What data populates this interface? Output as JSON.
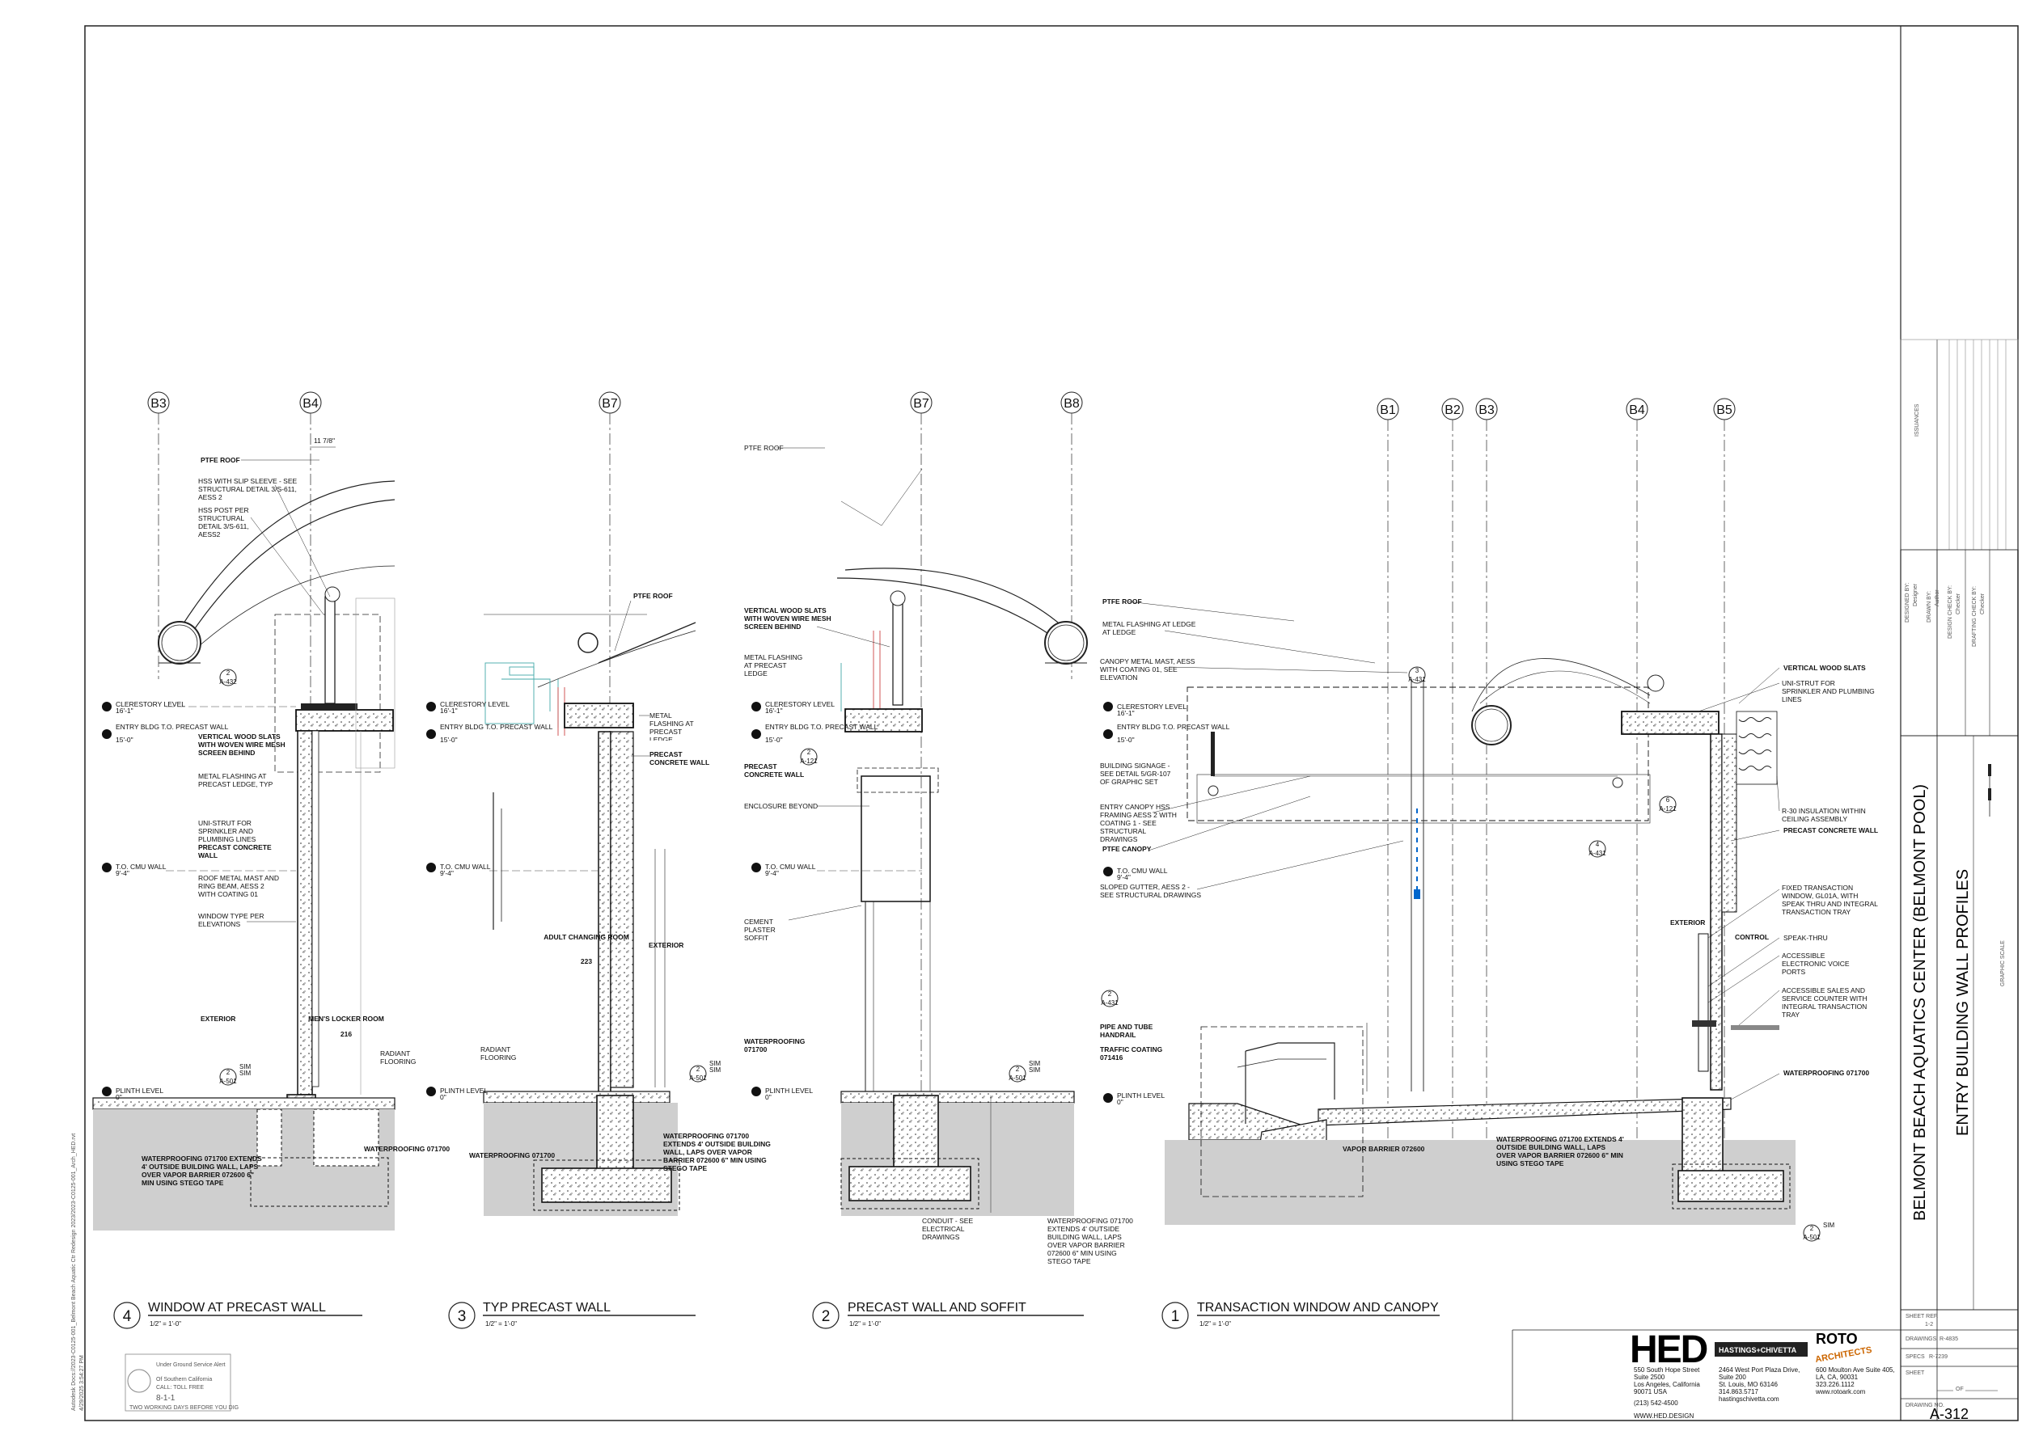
{
  "gridlines": [
    "B3",
    "B4",
    "B7",
    "B7",
    "B8",
    "B1",
    "B2",
    "B3",
    "B4",
    "B5"
  ],
  "levels": {
    "clerestory": "CLERESTORY LEVEL",
    "clerestory_elev": "16'-1\"",
    "entry_to": "ENTRY BLDG T.O. PRECAST WALL",
    "entry_elev": "15'-0\"",
    "cmu": "T.O. CMU WALL",
    "cmu_elev": "9'-4\"",
    "plinth": "PLINTH LEVEL",
    "plinth_elev": "0\""
  },
  "details": [
    {
      "num": "4",
      "title": "WINDOW AT PRECAST WALL",
      "scale": "1/2\" = 1'-0\""
    },
    {
      "num": "3",
      "title": "TYP PRECAST WALL",
      "scale": "1/2\" = 1'-0\""
    },
    {
      "num": "2",
      "title": "PRECAST WALL AND SOFFIT",
      "scale": "1/2\" = 1'-0\""
    },
    {
      "num": "1",
      "title": "TRANSACTION WINDOW AND CANOPY",
      "scale": "1/2\" = 1'-0\""
    }
  ],
  "notes_d4": {
    "ptfe_roof": "PTFE ROOF",
    "hss_slip": "HSS WITH SLIP SLEEVE - SEE STRUCTURAL DETAIL 3/S-611, AESS 2",
    "hss_post": "HSS POST PER STRUCTURAL DETAIL 3/S-611, AESS2",
    "dim": "11 7/8\"",
    "vert_slats": "VERTICAL WOOD SLATS WITH WOVEN WIRE MESH SCREEN BEHIND",
    "metal_flash": "METAL FLASHING AT PRECAST LEDGE, TYP",
    "unistrut": "UNI-STRUT FOR SPRINKLER AND PLUMBING LINES",
    "precast": "PRECAST CONCRETE WALL",
    "roof_mast": "ROOF METAL MAST AND RING BEAM, AESS 2 WITH COATING 01",
    "window_type": "WINDOW TYPE PER ELEVATIONS",
    "exterior": "EXTERIOR",
    "room": "MEN'S LOCKER ROOM",
    "room_num": "216",
    "radiant": "RADIANT FLOORING",
    "waterproof": "WATERPROOFING 071700",
    "wp_long": "WATERPROOFING 071700 EXTENDS 4' OUTSIDE BUILDING WALL, LAPS OVER VAPOR BARRIER 072600 6\" MIN USING STEGO TAPE"
  },
  "notes_d3": {
    "ptfe_roof": "PTFE ROOF",
    "metal_flash": "METAL FLASHING AT PRECAST LEDGE",
    "precast": "PRECAST CONCRETE WALL",
    "room": "ADULT CHANGING ROOM",
    "room_num": "223",
    "exterior": "EXTERIOR",
    "radiant": "RADIANT FLOORING",
    "waterproof": "WATERPROOFING 071700",
    "wp_long": "WATERPROOFING 071700 EXTENDS 4' OUTSIDE BUILDING WALL, LAPS OVER VAPOR BARRIER 072600 6\" MIN USING STEGO TAPE"
  },
  "notes_d2": {
    "ptfe_roof": "PTFE ROOF",
    "vert_slats": "VERTICAL WOOD SLATS WITH WOVEN WIRE MESH SCREEN BEHIND",
    "metal_flash": "METAL FLASHING AT PRECAST LEDGE",
    "precast": "PRECAST CONCRETE WALL",
    "enclosure": "ENCLOSURE BEYOND",
    "soffit": "CEMENT PLASTER SOFFIT",
    "waterproof": "WATERPROOFING 071700",
    "conduit": "CONDUIT - SEE ELECTRICAL DRAWINGS",
    "wp_long": "WATERPROOFING 071700 EXTENDS 4' OUTSIDE BUILDING WALL, LAPS OVER VAPOR BARRIER 072600 6\" MIN USING STEGO TAPE"
  },
  "notes_d1": {
    "ptfe_roof": "PTFE ROOF",
    "metal_flash": "METAL FLASHING AT LEDGE",
    "canopy_mast": "CANOPY METAL MAST, AESS WITH COATING 01, SEE ELEVATION",
    "signage": "BUILDING SIGNAGE - SEE DETAIL 5/GR-107 OF GRAPHIC SET",
    "canopy_hss": "ENTRY CANOPY HSS FRAMING AESS 2 WITH COATING 1 - SEE STRUCTURAL DRAWINGS",
    "ptfe_canopy": "PTFE CANOPY",
    "gutter": "SLOPED GUTTER, AESS 2 - SEE STRUCTURAL DRAWINGS",
    "handrail": "PIPE AND TUBE HANDRAIL",
    "traffic": "TRAFFIC COATING 071416",
    "vapor": "VAPOR BARRIER 072600",
    "wp_long": "WATERPROOFING 071700 EXTENDS 4' OUTSIDE BUILDING WALL, LAPS OVER VAPOR BARRIER 072600 6\" MIN USING STEGO TAPE",
    "vert_slats": "VERTICAL WOOD SLATS",
    "unistrut": "UNI-STRUT FOR SPRINKLER AND PLUMBING LINES",
    "insulation": "R-30 INSULATION WITHIN CEILING ASSEMBLY",
    "precast": "PRECAST CONCRETE WALL",
    "exterior": "EXTERIOR",
    "control": "CONTROL",
    "fixed_window": "FIXED TRANSACTION WINDOW, GL01A, WITH SPEAK THRU AND INTEGRAL TRANSACTION TRAY",
    "speak": "SPEAK-THRU",
    "voice": "ACCESSIBLE ELECTRONIC VOICE PORTS",
    "counter": "ACCESSIBLE SALES AND SERVICE COUNTER WITH INTEGRAL TRANSACTION TRAY",
    "waterproof": "WATERPROOFING 071700"
  },
  "refs": {
    "sim": "SIM",
    "a501": "A-501",
    "a431": "A-431",
    "a121": "A-121",
    "a432": "A-432"
  },
  "title_block": {
    "project": "BELMONT BEACH AQUATICS CENTER (BELMONT POOL)",
    "sheet_title": "ENTRY BUILDING WALL PROFILES",
    "issuances": "ISSUANCES",
    "designed_by": "DESIGNED BY:",
    "designer": "Designer",
    "drawn_by": "DRAWN BY:",
    "author": "Author",
    "design_check": "DESIGN CHECK BY:",
    "drafting_check": "DRAFTING CHECK BY:",
    "checker": "Checker",
    "graphic_scale": "GRAPHIC SCALE",
    "sheet_ref_label": "SHEET REF.",
    "sheet_ref": "1-2",
    "drawings": "DRAWINGS",
    "drawings_no": "R-4835",
    "specs": "SPECS",
    "specs_no": "R-7239",
    "sheet_label": "SHEET",
    "sheet_of": "OF",
    "drawing_no_label": "DRAWING NO.",
    "drawing_no": "A-312"
  },
  "firms": {
    "hed": "HED",
    "hed_addr1": "550 South Hope Street",
    "hed_addr2": "Suite 2500",
    "hed_addr3": "Los Angeles, California",
    "hed_addr4": "90071 USA",
    "hed_phone": "(213) 542-4500",
    "hed_web": "WWW.HED.DESIGN",
    "hc": "HASTINGS+CHIVETTA",
    "hc_addr1": "2464 West Port Plaza Drive,",
    "hc_addr2": "Suite 200",
    "hc_addr3": "St. Louis, MO 63146",
    "hc_phone": "314.863.5717",
    "hc_web": "hastingschivetta.com",
    "roto": "ROTO",
    "roto_sub": "ARCHITECTS",
    "roto_addr1": "600 Moulton Ave Suite 405,",
    "roto_addr2": "LA, CA, 90031",
    "roto_phone": "323.226.1112",
    "roto_web": "www.rotoark.com"
  },
  "usa": {
    "title": "Under Ground Service Alert",
    "sub": "Of Southern California",
    "call": "CALL: TOLL FREE",
    "num": "8-1-1",
    "foot": "TWO WORKING DAYS BEFORE YOU DIG"
  },
  "file_path": "Autodesk Docs://2023-C0125-001_Belmont Beach Aquatic Ctr Redesign 2023/2023-C0125-001_Arch_HED.rvt",
  "file_date": "4/29/2025 3:54:27 PM"
}
